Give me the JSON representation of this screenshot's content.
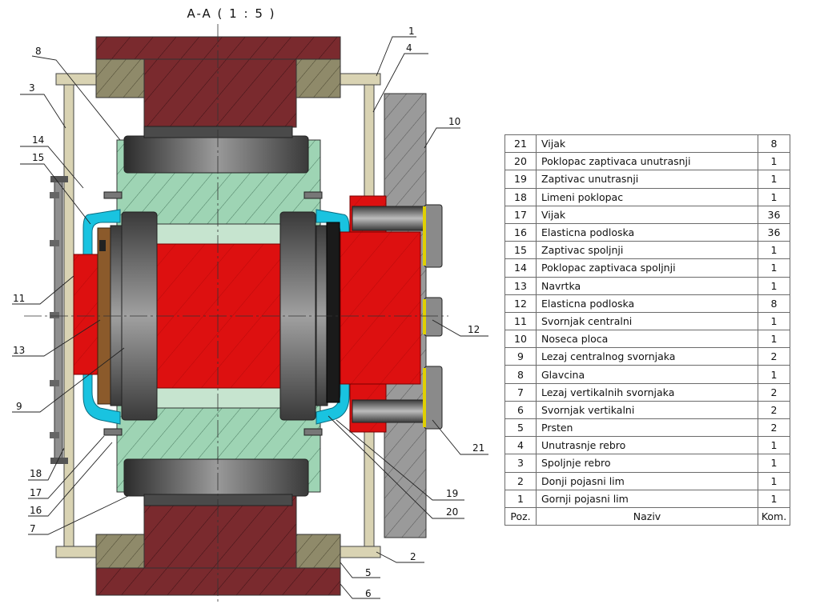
{
  "drawing": {
    "title": "A-A ( 1 : 5 )",
    "callouts": [
      "1",
      "4",
      "8",
      "3",
      "10",
      "14",
      "15",
      "11",
      "13",
      "9",
      "12",
      "21",
      "18",
      "17",
      "16",
      "7",
      "19",
      "20",
      "2",
      "5",
      "6"
    ]
  },
  "bom": {
    "header": {
      "pos": "Poz.",
      "name": "Naziv",
      "qty": "Kom."
    },
    "rows": [
      {
        "pos": "21",
        "name": "Vijak",
        "qty": "8"
      },
      {
        "pos": "20",
        "name": "Poklopac zaptivaca unutrasnji",
        "qty": "1"
      },
      {
        "pos": "19",
        "name": "Zaptivac unutrasnji",
        "qty": "1"
      },
      {
        "pos": "18",
        "name": "Limeni poklopac",
        "qty": "1"
      },
      {
        "pos": "17",
        "name": "Vijak",
        "qty": "36"
      },
      {
        "pos": "16",
        "name": "Elasticna podloska",
        "qty": "36"
      },
      {
        "pos": "15",
        "name": "Zaptivac spoljnji",
        "qty": "1"
      },
      {
        "pos": "14",
        "name": "Poklopac zaptivaca spoljnji",
        "qty": "1"
      },
      {
        "pos": "13",
        "name": "Navrtka",
        "qty": "1"
      },
      {
        "pos": "12",
        "name": "Elasticna podloska",
        "qty": "8"
      },
      {
        "pos": "11",
        "name": "Svornjak centralni",
        "qty": "1"
      },
      {
        "pos": "10",
        "name": "Noseca ploca",
        "qty": "1"
      },
      {
        "pos": "9",
        "name": "Lezaj centralnog svornjaka",
        "qty": "2"
      },
      {
        "pos": "8",
        "name": "Glavcina",
        "qty": "1"
      },
      {
        "pos": "7",
        "name": "Lezaj vertikalnih svornjaka",
        "qty": "2"
      },
      {
        "pos": "6",
        "name": "Svornjak vertikalni",
        "qty": "2"
      },
      {
        "pos": "5",
        "name": "Prsten",
        "qty": "2"
      },
      {
        "pos": "4",
        "name": "Unutrasnje rebro",
        "qty": "1"
      },
      {
        "pos": "3",
        "name": "Spoljnje rebro",
        "qty": "1"
      },
      {
        "pos": "2",
        "name": "Donji pojasni lim",
        "qty": "1"
      },
      {
        "pos": "1",
        "name": "Gornji pojasni lim",
        "qty": "1"
      }
    ]
  }
}
